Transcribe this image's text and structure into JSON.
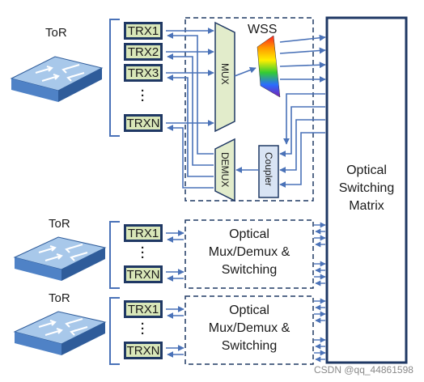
{
  "tor_labels": [
    "ToR",
    "ToR",
    "ToR"
  ],
  "rack1": {
    "transceivers": [
      "TRX1",
      "TRX2",
      "TRX3",
      "TRXN"
    ]
  },
  "rack2": {
    "transceivers": [
      "TRX1",
      "TRXN"
    ]
  },
  "rack3": {
    "transceivers": [
      "TRX1",
      "TRXN"
    ]
  },
  "mux_label": "MUX",
  "demux_label": "DEMUX",
  "coupler_label": "Coupler",
  "wss_label": "WSS",
  "matrix": {
    "line1": "Optical",
    "line2": "Switching",
    "line3": "Matrix"
  },
  "omux": {
    "line1": "Optical",
    "line2": "Mux/Demux &",
    "line3": "Switching"
  },
  "watermark": "CSDN @qq_44861598",
  "colors": {
    "trx_fill": "#d9e7b9",
    "trx_border": "#1f3864",
    "line": "#4a72b8",
    "switch_top": "#a8c8ea",
    "switch_side": "#3d6fb6",
    "dash": "#1f3864"
  }
}
